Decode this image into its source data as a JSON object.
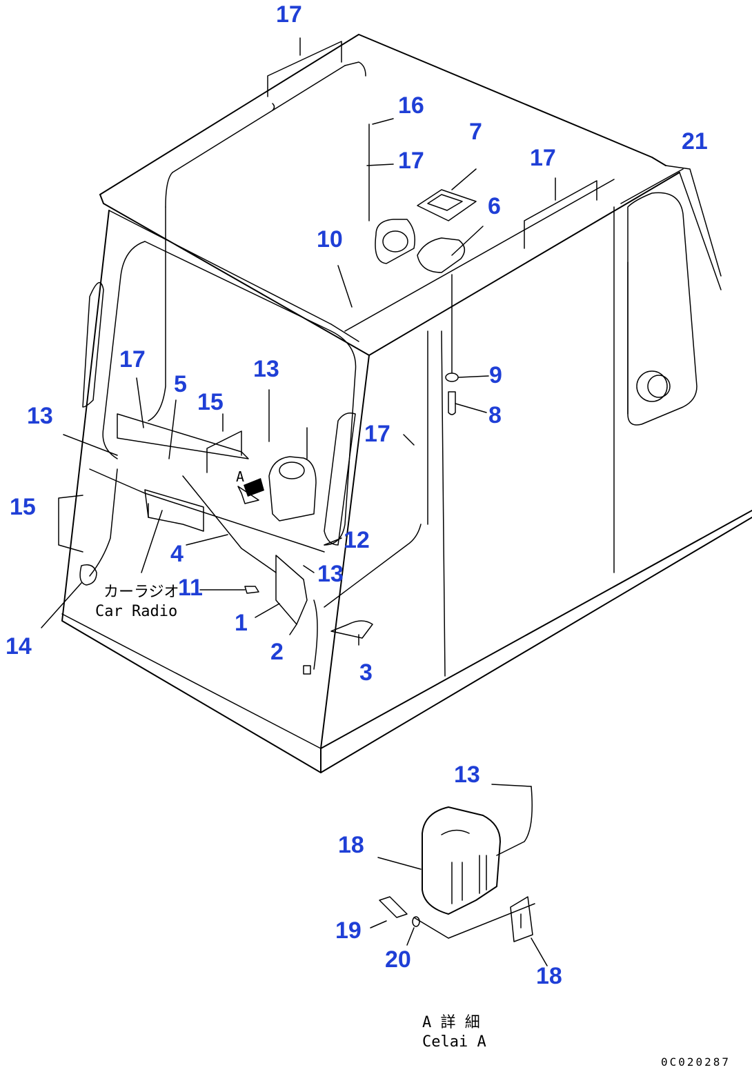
{
  "callouts": {
    "c17a": "17",
    "c16": "16",
    "c17b": "17",
    "c7": "7",
    "c17c": "17",
    "c21": "21",
    "c6": "6",
    "c10": "10",
    "c9": "9",
    "c8": "8",
    "c17d": "17",
    "c5": "5",
    "c13a": "13",
    "c15a": "15",
    "c13b": "13",
    "c17e": "17",
    "c15b": "15",
    "c12": "12",
    "c4": "4",
    "c13c": "13",
    "c11": "11",
    "c1": "1",
    "c14": "14",
    "c2": "2",
    "c3": "3",
    "c13d": "13",
    "c18a": "18",
    "c19": "19",
    "c20": "20",
    "c18b": "18"
  },
  "notes": {
    "radio_jp": "カーラジオ",
    "radio_en": "Car Radio",
    "detail_label": "A",
    "detail_jp": "A 詳 細",
    "detail_en": "Celai A"
  },
  "drawing_code": "0C020287",
  "colors": {
    "callout": "#1f3fd6",
    "lines": "#000000",
    "background": "#ffffff"
  }
}
